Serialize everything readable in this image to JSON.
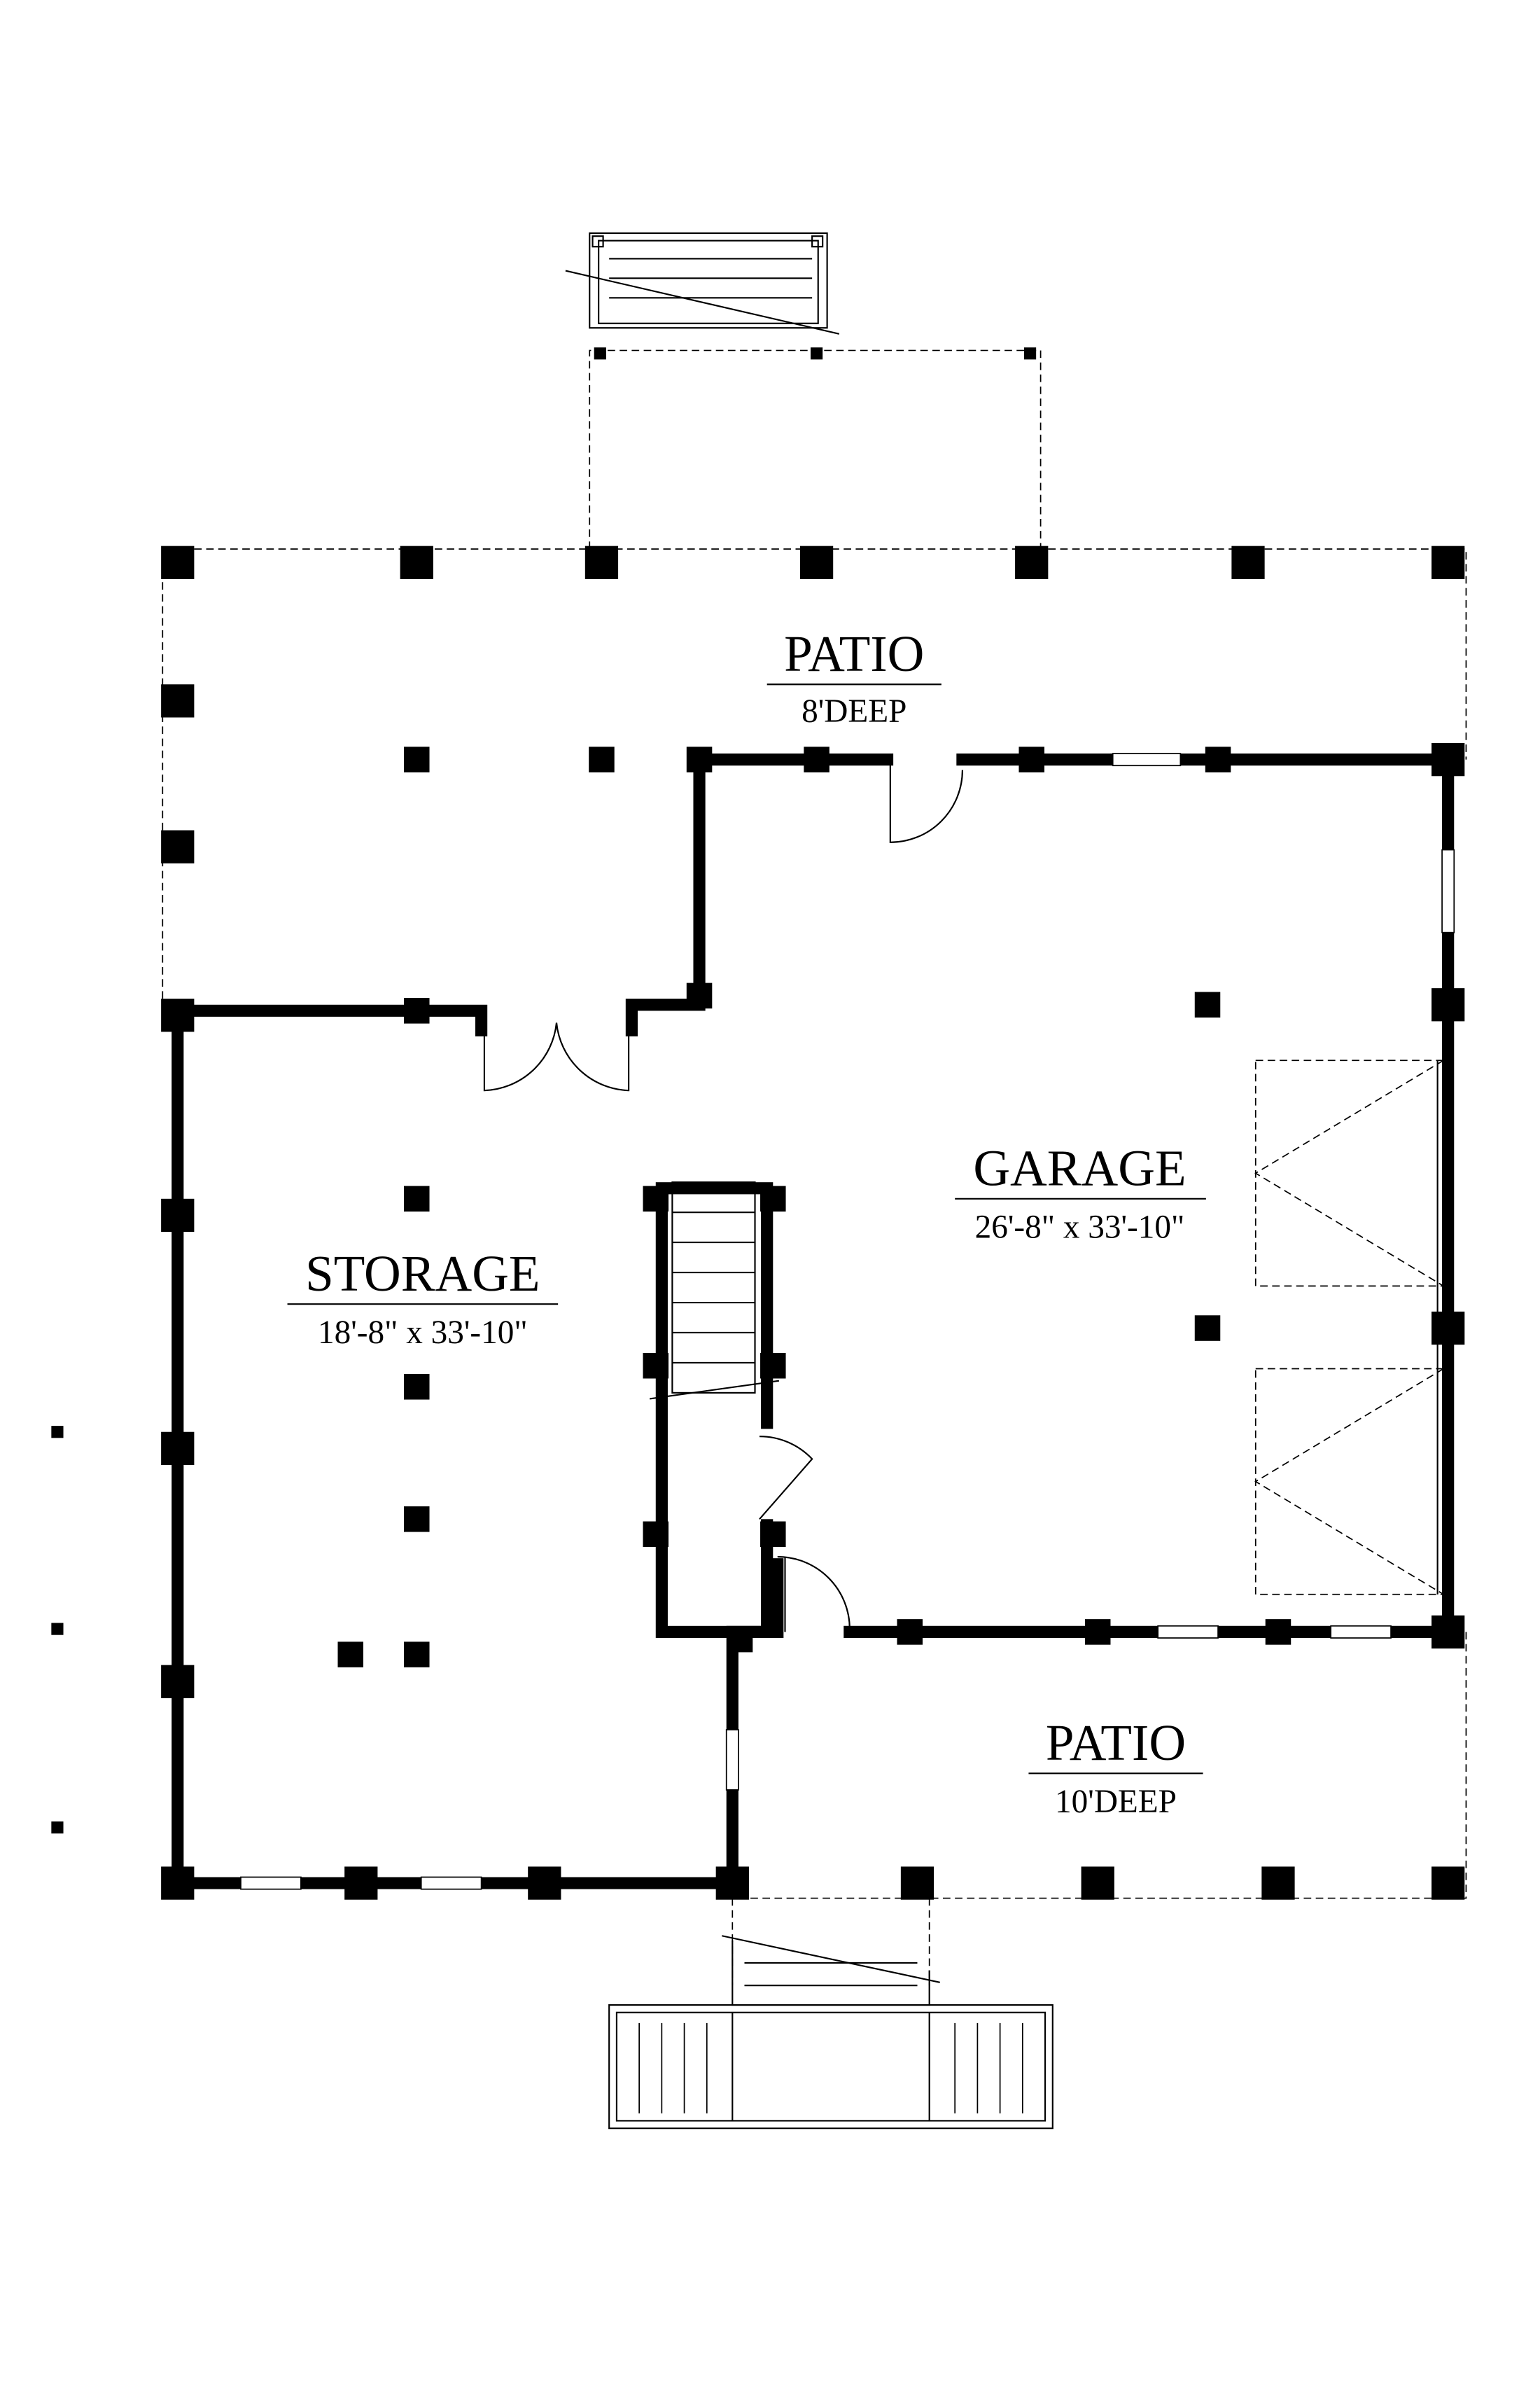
{
  "rooms": {
    "patio_top": {
      "name": "PATIO",
      "size": "8'DEEP"
    },
    "garage": {
      "name": "GARAGE",
      "size": "26'-8\" x 33'-10\""
    },
    "storage": {
      "name": "STORAGE",
      "size": "18'-8\" x 33'-10\""
    },
    "patio_bottom": {
      "name": "PATIO",
      "size": "10'DEEP"
    }
  }
}
